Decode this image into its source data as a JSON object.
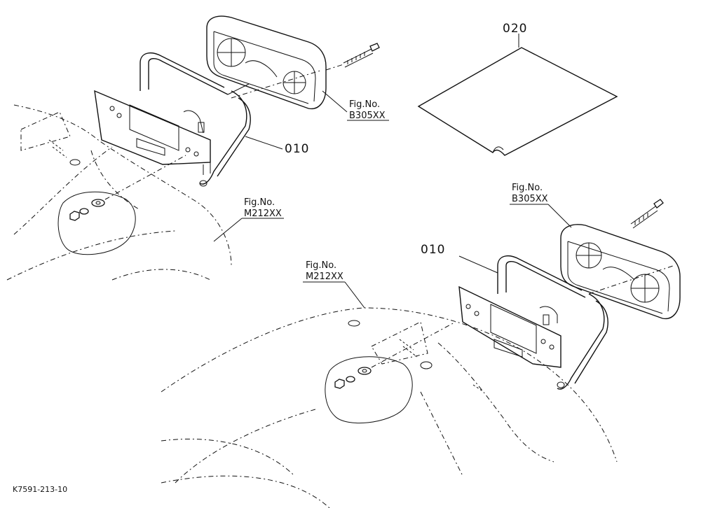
{
  "parts": {
    "item_010_upper": "010",
    "item_010_lower": "010",
    "item_020": "020"
  },
  "references": {
    "lamp_upper": {
      "line1": "Fig.No.",
      "line2": "B305XX"
    },
    "lamp_lower": {
      "line1": "Fig.No.",
      "line2": "B305XX"
    },
    "fender_upper": {
      "line1": "Fig.No.",
      "line2": "M212XX"
    },
    "fender_lower": {
      "line1": "Fig.No.",
      "line2": "M212XX"
    }
  },
  "diagram_code": "K7591-213-10"
}
